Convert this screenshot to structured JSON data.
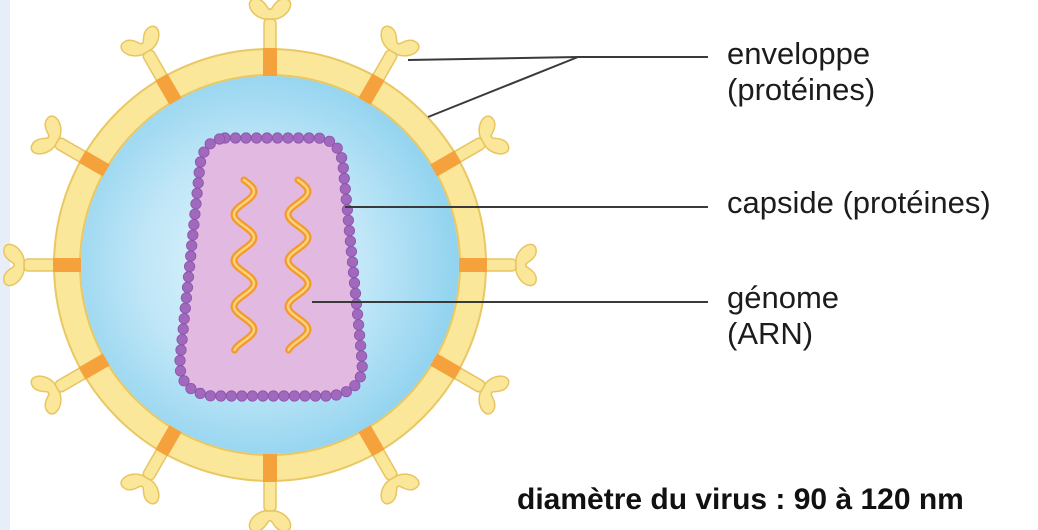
{
  "labels": {
    "envelope_line1": "enveloppe",
    "envelope_line2": "(protéines)",
    "capsid": "capside (protéines)",
    "genome_line1": "génome",
    "genome_line2": "(ARN)"
  },
  "footer": "diamètre du virus : 90 à 120 nm",
  "colors": {
    "envelope": "#fbe79a",
    "envelope_border": "#e8c560",
    "interior": "#a6dcf3",
    "spike_base": "#f5a23c",
    "capsid_fill": "#e2b9e0",
    "capsid_beads": "#a169bd",
    "rna": "#f39a2a",
    "leader": "#3a3a3a"
  }
}
